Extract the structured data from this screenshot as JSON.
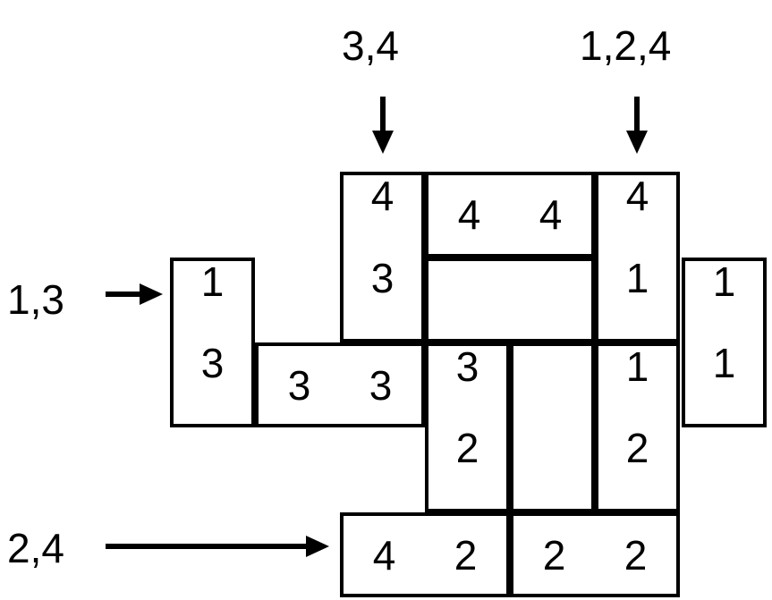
{
  "diagram": {
    "title": "grid puzzle with row and column clue arrows",
    "line_color": "#000000",
    "background": "#ffffff",
    "clues": {
      "top_left": "3,4",
      "top_right": "1,2,4",
      "left_upper": "1,3",
      "left_lower": "2,4"
    },
    "blocks": [
      {
        "id": "b1",
        "cells": [
          "4",
          "3"
        ],
        "orient": "vertical"
      },
      {
        "id": "b2",
        "cells": [
          "4",
          "4"
        ],
        "orient": "horizontal"
      },
      {
        "id": "b3",
        "cells": [
          "4",
          "1"
        ],
        "orient": "vertical"
      },
      {
        "id": "b4",
        "cells": [
          "1",
          "3"
        ],
        "orient": "vertical"
      },
      {
        "id": "b5",
        "cells": [
          "3",
          "3"
        ],
        "orient": "horizontal"
      },
      {
        "id": "b6",
        "cells": [
          "3",
          "2"
        ],
        "orient": "vertical"
      },
      {
        "id": "b7",
        "cells": [
          "1",
          "1"
        ],
        "orient": "vertical"
      },
      {
        "id": "b8",
        "cells": [
          "1",
          "2"
        ],
        "orient": "vertical"
      },
      {
        "id": "b9",
        "cells": [
          "4",
          "2"
        ],
        "orient": "horizontal"
      },
      {
        "id": "b10",
        "cells": [
          "2",
          "2"
        ],
        "orient": "horizontal"
      },
      {
        "id": "b11",
        "cells": [],
        "orient": "empty"
      }
    ]
  }
}
